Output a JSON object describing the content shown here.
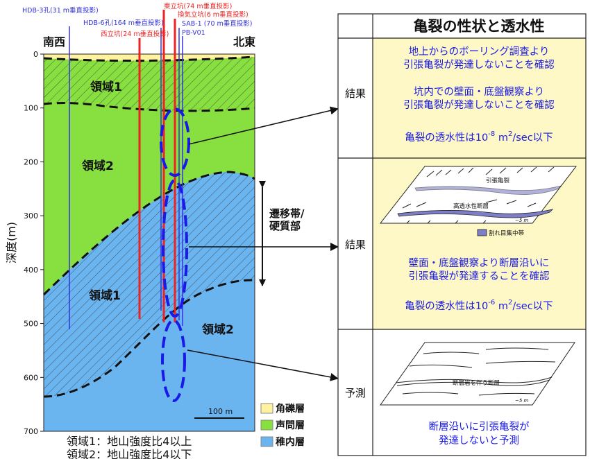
{
  "boreholes": [
    {
      "label": "HDB-3孔(31 m垂直投影)",
      "color": "#3333dd"
    },
    {
      "label": "HDB-6孔(164 m垂直投影)",
      "color": "#3333dd"
    },
    {
      "label": "西立坑(24 m垂直投影)",
      "color": "#ee2222"
    },
    {
      "label": "東立坑(74 m垂直投影)",
      "color": "#ee2222"
    },
    {
      "label": "換気立坑(6 m垂直投影)",
      "color": "#ee2222"
    },
    {
      "label": "SAB-1 (70 m垂直投影)",
      "color": "#3333dd"
    },
    {
      "label": "PB-V01",
      "color": "#3333dd"
    }
  ],
  "cross_section": {
    "left_direction": "南西",
    "right_direction": "北東",
    "y_axis_label": "深度(m)",
    "depth_ticks": [
      "0",
      "100",
      "200",
      "300",
      "400",
      "500",
      "600",
      "700"
    ],
    "domain_labels": {
      "upper_domain1": "領域1",
      "middle_domain2": "領域2",
      "lower_domain1": "領域1",
      "lower_domain2": "領域2"
    },
    "transition_zone": "遷移帯/\n硬質部",
    "scale_bar": "100 m"
  },
  "legend": {
    "items": [
      {
        "label": "角礫層",
        "color": "#fff2a0"
      },
      {
        "label": "声問層",
        "color": "#88e040"
      },
      {
        "label": "稚内層",
        "color": "#6ab4f0"
      }
    ]
  },
  "domain_definitions": [
    "領域1：地山強度比4以上",
    "領域2：地山強度比4以下"
  ],
  "table": {
    "header": "亀裂の性状と透水性",
    "rows": [
      {
        "tag": "結果",
        "lines": [
          "地上からのボーリング調査より",
          "引張亀裂が発達しないことを確認",
          "坑内での壁面・底盤観察より",
          "引張亀裂が発達しないことを確認"
        ],
        "perm_prefix": "亀裂の透水性は10",
        "perm_exp": "-8",
        "perm_unit": " m",
        "perm_unit_exp": "2",
        "perm_suffix": "/sec以下"
      },
      {
        "tag": "結果",
        "sketch": {
          "tension_crack": "引張亀裂",
          "fault": "高透水性断層",
          "scale": "~5 m",
          "fracture_zone": "割れ目集中帯"
        },
        "lines": [
          "壁面・底盤観察より断層沿いに",
          "引張亀裂が発達することを確認"
        ],
        "perm_prefix": "亀裂の透水性は10",
        "perm_exp": "-6",
        "perm_unit": " m",
        "perm_unit_exp": "2",
        "perm_suffix": "/sec以下"
      },
      {
        "tag": "予測",
        "sketch": {
          "fault_rock": "断層岩を伴う断層",
          "scale": "~5 m"
        },
        "lines": [
          "断層沿いに引張亀裂が",
          "発達しないと予測"
        ]
      }
    ]
  },
  "colors": {
    "text_blue": "#1a1ae6",
    "red_shaft": "#ee2222",
    "blue_bore": "#3333dd",
    "panel_fill": "#fdf8c6",
    "sketch_purple": "#7e7ec8"
  }
}
